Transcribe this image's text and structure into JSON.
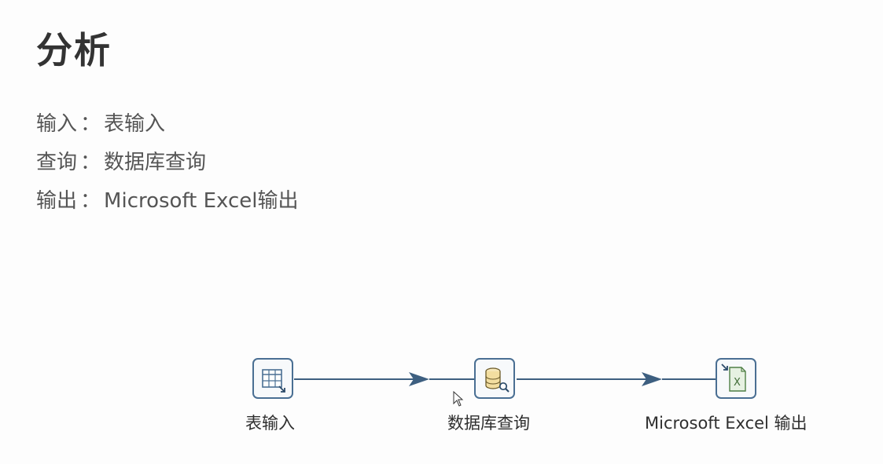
{
  "title": "分析",
  "lines": [
    {
      "label": "输入",
      "sep": "：",
      "value": "表输入"
    },
    {
      "label": "查询",
      "sep": "：",
      "value": "数据库查询"
    },
    {
      "label": "输出",
      "sep": "：",
      "value": "Microsoft Excel输出"
    }
  ],
  "workflow": {
    "steps": [
      {
        "label": "表输入",
        "icon": "table-input-icon"
      },
      {
        "label": "数据库查询",
        "icon": "database-lookup-icon"
      },
      {
        "label": "Microsoft Excel 输出",
        "icon": "excel-output-icon"
      }
    ],
    "hop_color": "#3d5f80"
  }
}
